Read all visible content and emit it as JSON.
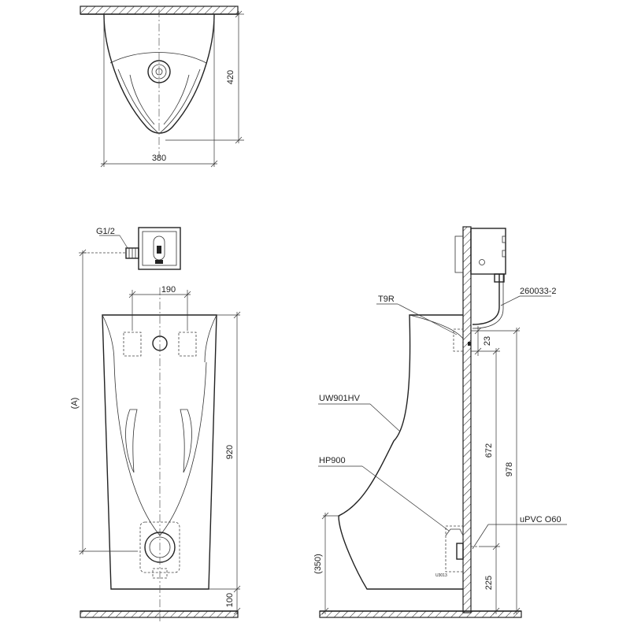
{
  "top_view": {
    "width_label": "380",
    "depth_label": "420"
  },
  "front_view": {
    "inlet_thread_label": "G1/2",
    "bracket_spacing_label": "190",
    "height_label": "920",
    "rim_variable_label": "(A)",
    "floor_gap_label": "100"
  },
  "side_view": {
    "flush_valve_label": "T9R",
    "hose_part_label": "260033-2",
    "urinal_model_label": "UW901HV",
    "trap_model_label": "HP900",
    "drain_pipe_label": "uPVC O60",
    "inlet_offset_label": "23",
    "rim_to_drain_label": "672",
    "inlet_height_label": "978",
    "drain_height_label": "225",
    "lip_height_label": "(350)",
    "small_tag": "U3013"
  },
  "colors": {
    "line": "#222222",
    "background": "#ffffff"
  }
}
